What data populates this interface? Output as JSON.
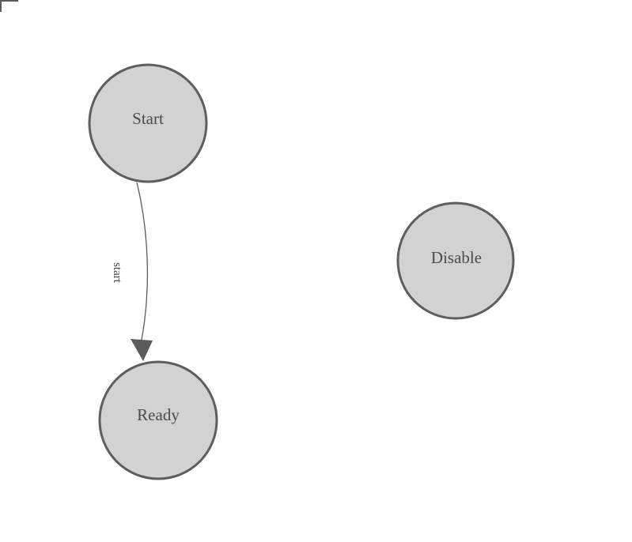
{
  "diagram": {
    "type": "state-machine",
    "nodes": [
      {
        "id": "start",
        "label": "Start"
      },
      {
        "id": "ready",
        "label": "Ready"
      },
      {
        "id": "disable",
        "label": "Disable"
      }
    ],
    "edges": [
      {
        "from": "start",
        "to": "ready",
        "label": "start"
      }
    ],
    "colors": {
      "background": "#ffffff",
      "node_fill": "#d2d2d2",
      "node_stroke": "#5e5e5e",
      "node_label": "#4c4c4c",
      "edge_stroke": "#5b5b5b",
      "edge_label": "#4c4c4c",
      "corner_mark": "#5b5b5b"
    }
  }
}
